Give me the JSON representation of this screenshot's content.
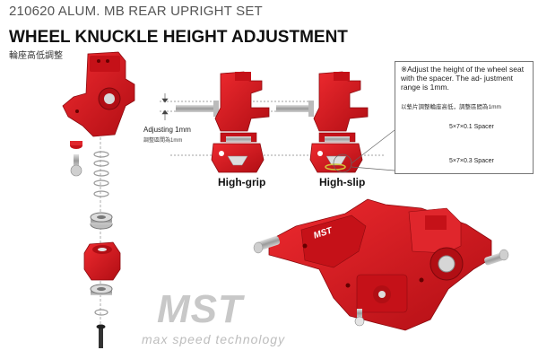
{
  "header": {
    "part_number_line": "210620  ALUM. MB REAR UPRIGHT SET",
    "title": "WHEEL KNUCKLE HEIGHT ADJUSTMENT",
    "title_cjk": "輪座高低調整"
  },
  "diagram": {
    "adjust_label": "Adjusting 1mm",
    "adjust_label_cjk": "調整區間為1mm",
    "variant_left": "High-grip",
    "variant_right": "High-slip"
  },
  "note": {
    "text": "※Adjust the height of the wheel seat with the spacer. The ad- justment range is 1mm.",
    "text_cjk": "以墊片調整輪座高低，調整區間為1mm",
    "spacer_thin": "5×7×0.1 Spacer",
    "spacer_thick": "5×7×0.3 Spacer"
  },
  "brand": {
    "logo": "MST",
    "tagline": "max speed technology"
  },
  "colors": {
    "part_red": "#d9141c",
    "part_dark_red": "#a80d13",
    "spacer_yellow": "#d4c23a",
    "metal": "#9a9a9a",
    "logo_grey": "#c8c8c8"
  }
}
